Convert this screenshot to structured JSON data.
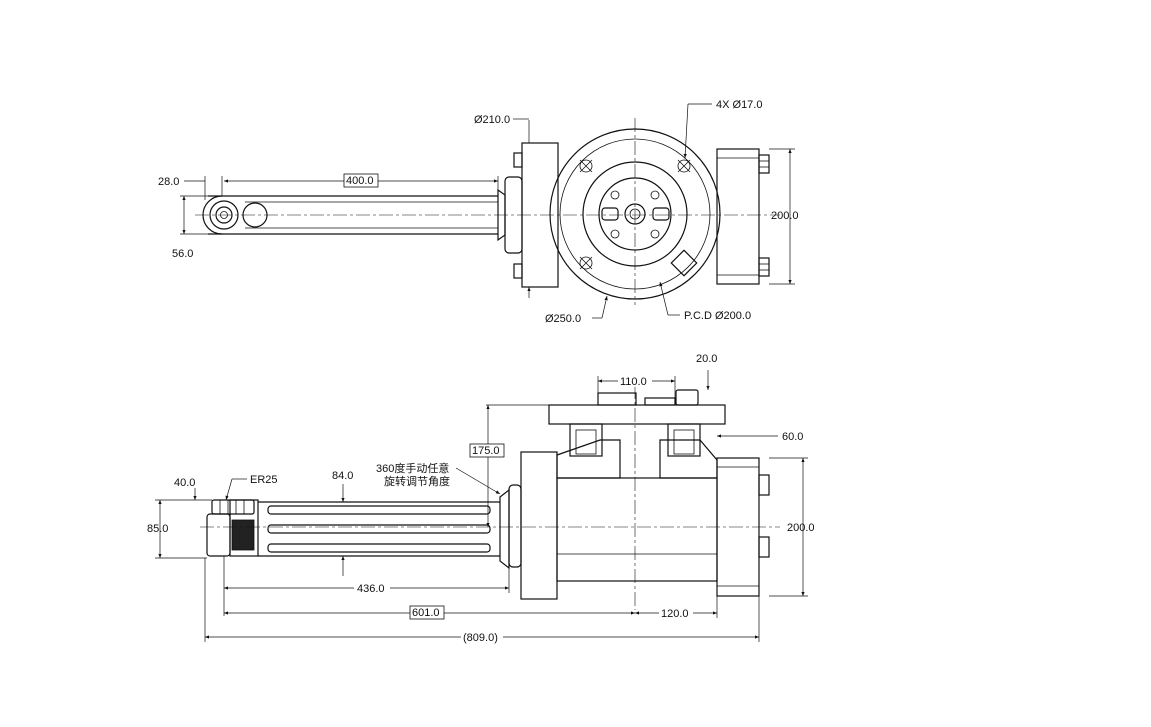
{
  "top_view": {
    "dims": {
      "d210": "Ø210.0",
      "holes": "4X Ø17.0",
      "w28": "28.0",
      "len400": "400.0",
      "h200": "200.0",
      "h56": "56.0",
      "d250": "Ø250.0",
      "pcd": "P.C.D Ø200.0"
    }
  },
  "side_view": {
    "dims": {
      "w20": "20.0",
      "w110": "110.0",
      "w60": "60.0",
      "h175": "175.0",
      "note_line1": "360度手动任意",
      "note_line2": "旋转调节角度",
      "h40": "40.0",
      "collet": "ER25",
      "w84": "84.0",
      "h85": "85.0",
      "h200": "200.0",
      "len436": "436.0",
      "len601": "601.0",
      "w120": "120.0",
      "total809": "(809.0)"
    }
  }
}
